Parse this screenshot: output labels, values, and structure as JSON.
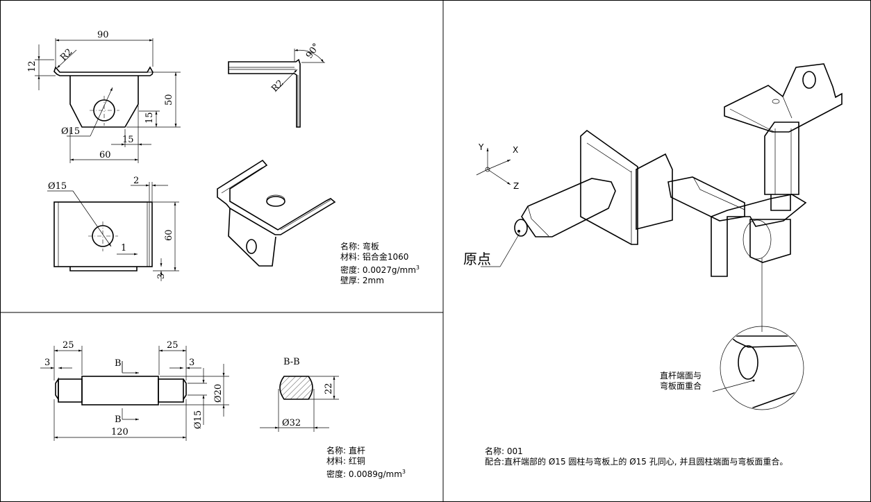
{
  "bent_plate": {
    "dims": {
      "top_width": "90",
      "height_12": "12",
      "r2_a": "R2",
      "height_50": "50",
      "off_15_v": "15",
      "dia_15": "Ø15",
      "off_15_h": "15",
      "width_60": "60",
      "angle_90": "90°",
      "r2_b": "R2",
      "plan_dia_15": "Ø15",
      "plan_2": "2",
      "plan_60": "60",
      "plan_1": "1",
      "plan_3": "3"
    },
    "info": {
      "name_label": "名称:",
      "name_value": "弯板",
      "material_label": "材料:",
      "material_value": "铝合金1060",
      "density_label": "密度:",
      "density_value": "0.0027g/mm",
      "density_exp": "3",
      "thickness_label": "壁厚:",
      "thickness_value": "2mm"
    }
  },
  "rod": {
    "dims": {
      "len_25_left": "25",
      "len_25_right": "25",
      "len_3_left": "3",
      "len_3_right": "3",
      "total_120": "120",
      "dia_20": "Ø20",
      "dia_15": "Ø15",
      "section_mark_top": "B",
      "section_mark_bottom": "B",
      "section_title": "B-B",
      "section_22": "22",
      "section_dia_32": "Ø32"
    },
    "info": {
      "name_label": "名称:",
      "name_value": "直杆",
      "material_label": "材料:",
      "material_value": "红铜",
      "density_label": "密度:",
      "density_value": "0.0089g/mm",
      "density_exp": "3"
    }
  },
  "assembly": {
    "axes": {
      "x": "X",
      "y": "Y",
      "z": "Z"
    },
    "origin_label": "原点",
    "detail_note_line1": "直杆端面与",
    "detail_note_line2": "弯板面重合",
    "info": {
      "name_label": "名称:",
      "name_value": "001",
      "fit_label": "配合:",
      "fit_value": "直杆端部的 Ø15 圆柱与弯板上的 Ø15 孔同心, 并且圆柱端面与弯板面重合。"
    }
  }
}
